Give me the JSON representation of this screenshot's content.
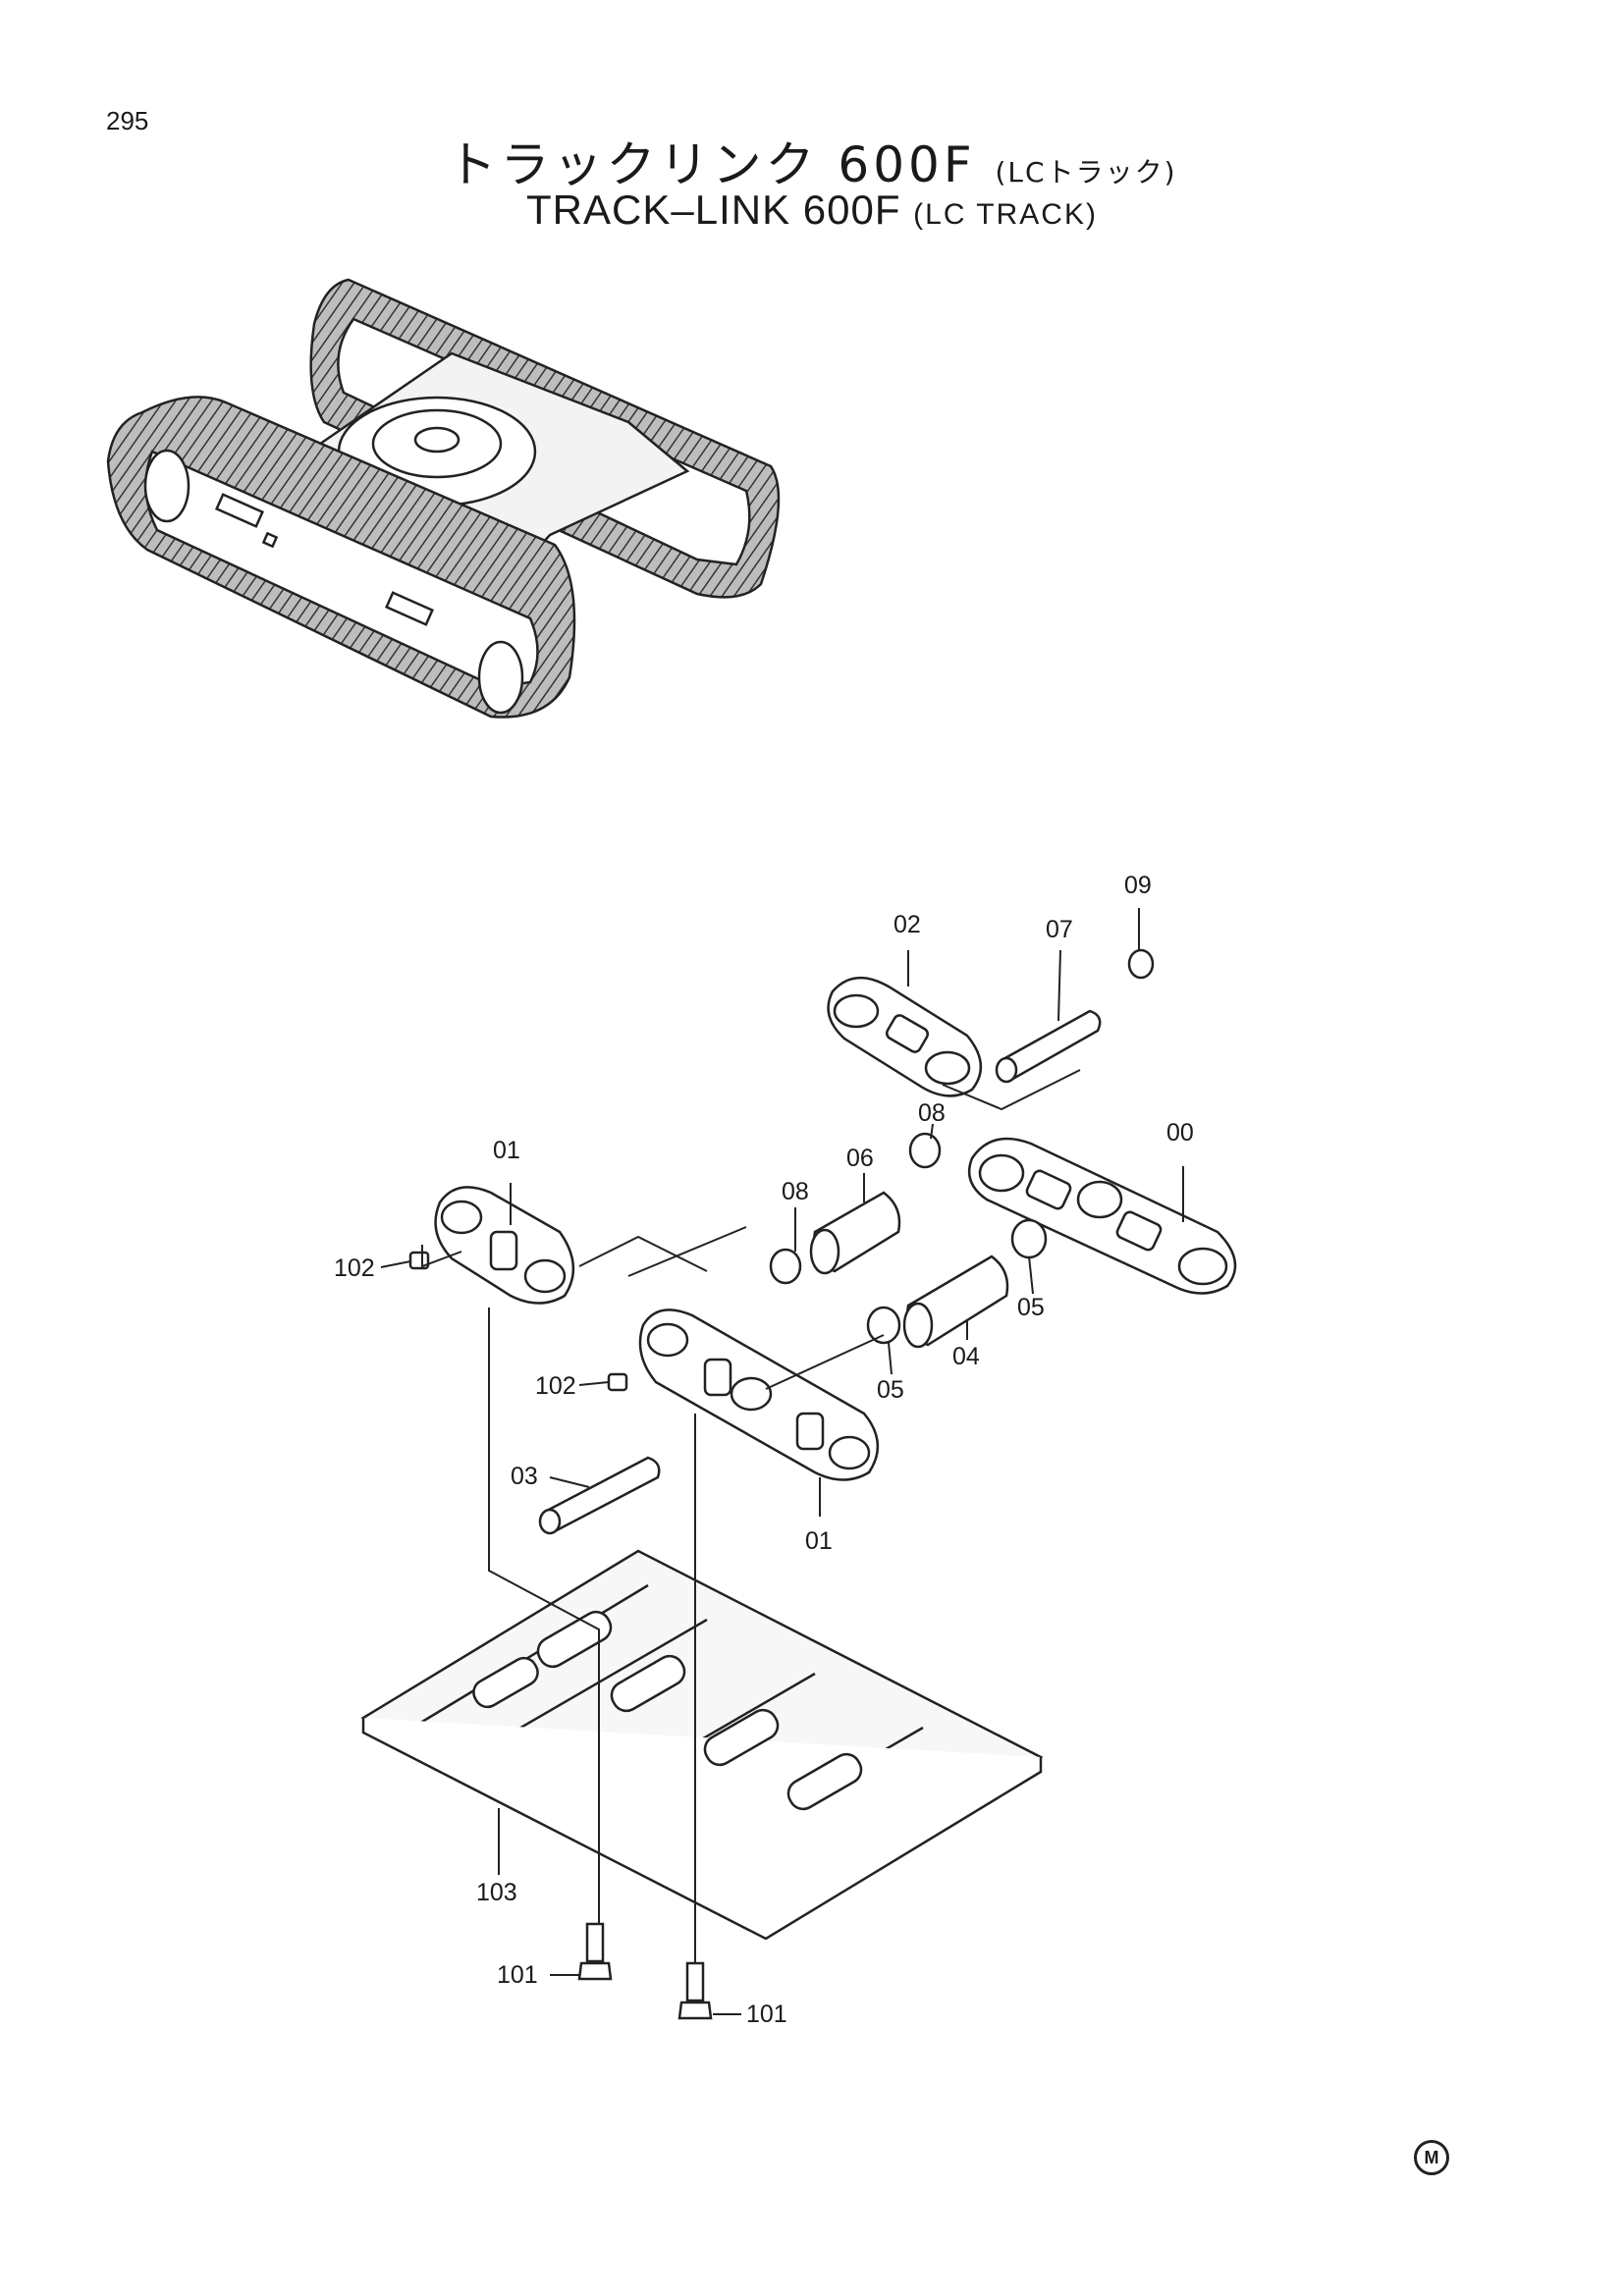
{
  "page": {
    "number": "295"
  },
  "title": {
    "jp_main": "トラックリンク 600F",
    "jp_sub": "(LCトラック)",
    "en_main": "TRACK–LINK 600F",
    "en_sub": "(LC TRACK)"
  },
  "callouts": [
    {
      "id": "c02",
      "label": "02"
    },
    {
      "id": "c07",
      "label": "07"
    },
    {
      "id": "c09",
      "label": "09"
    },
    {
      "id": "c01a",
      "label": "01"
    },
    {
      "id": "c06",
      "label": "06"
    },
    {
      "id": "c08a",
      "label": "08"
    },
    {
      "id": "c08b",
      "label": "08"
    },
    {
      "id": "c00",
      "label": "00"
    },
    {
      "id": "c102a",
      "label": "102"
    },
    {
      "id": "c102b",
      "label": "102"
    },
    {
      "id": "c05a",
      "label": "05"
    },
    {
      "id": "c05b",
      "label": "05"
    },
    {
      "id": "c04",
      "label": "04"
    },
    {
      "id": "c03",
      "label": "03"
    },
    {
      "id": "c01b",
      "label": "01"
    },
    {
      "id": "c103",
      "label": "103"
    },
    {
      "id": "c101a",
      "label": "101"
    },
    {
      "id": "c101b",
      "label": "101"
    }
  ],
  "footer": {
    "mark": "M"
  }
}
